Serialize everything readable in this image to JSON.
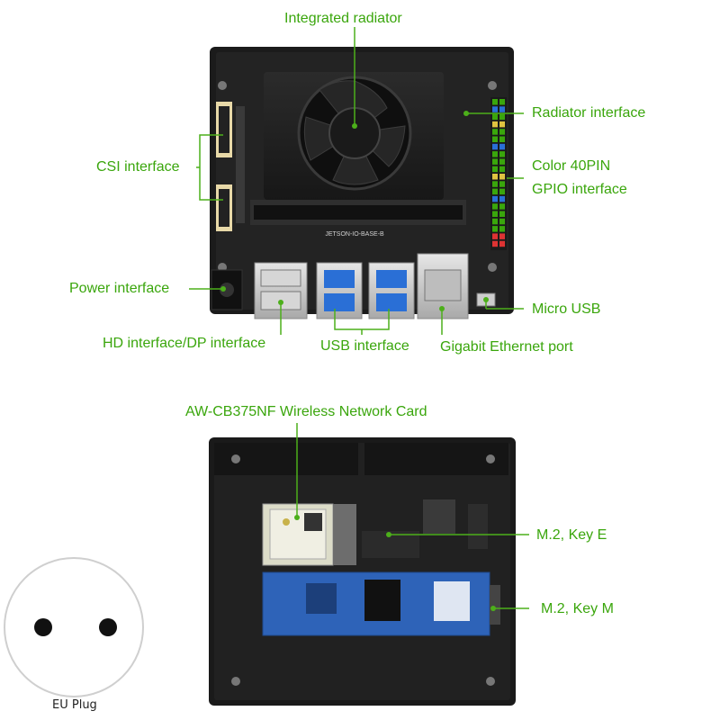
{
  "top_board": {
    "silkscreen": "JETSON-IO-BASE-B",
    "labels": {
      "integrated_radiator": "Integrated radiator",
      "radiator_interface": "Radiator interface",
      "csi_interface": "CSI interface",
      "gpio_line1": "Color 40PIN",
      "gpio_line2": "GPIO interface",
      "power_interface": "Power interface",
      "micro_usb": "Micro USB",
      "hd_dp_interface": "HD interface/DP interface",
      "usb_interface": "USB interface",
      "gigabit_ethernet": "Gigabit Ethernet port"
    }
  },
  "bottom_board": {
    "labels": {
      "wireless_card": "AW-CB375NF Wireless Network Card",
      "m2_key_e": "M.2, Key E",
      "m2_key_m": "M.2, Key M"
    }
  },
  "plug": {
    "label": "EU Plug"
  },
  "colors": {
    "label_green": "#3aa60c",
    "leader_line": "#4caf1a",
    "board_black": "#1c1c1c",
    "nvme_blue": "#2e63b8",
    "usb_blue": "#2a6fd6"
  }
}
